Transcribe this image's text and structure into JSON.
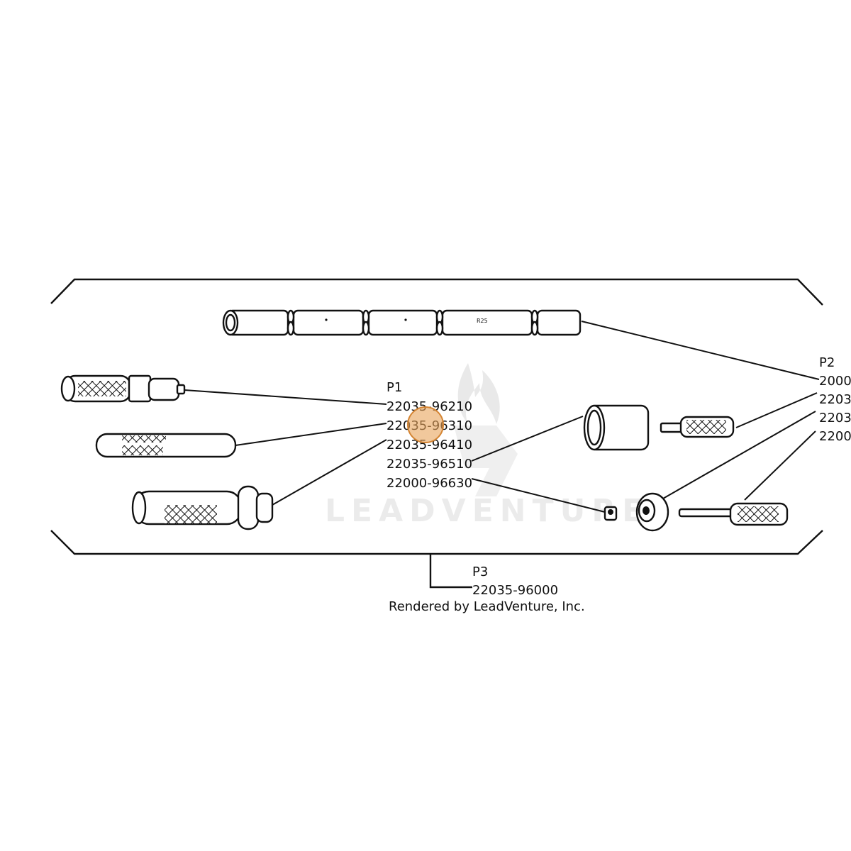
{
  "watermark": {
    "text": "LEADVENTURE",
    "icon": "leadventure-flame-logo",
    "color": "#dcdcdc"
  },
  "tube_marking": "R25",
  "groups": {
    "p1": {
      "title": "P1",
      "parts": [
        "22035-96210",
        "22035-96310",
        "22035-96410",
        "22035-96510",
        "22000-96630"
      ]
    },
    "p2": {
      "title": "P2",
      "parts": [
        "2000",
        "2203",
        "2203",
        "2200"
      ]
    },
    "p3": {
      "title": "P3",
      "parts": [
        "22035-96000"
      ]
    }
  },
  "credit": "Rendered by LeadVenture, Inc.",
  "highlight": {
    "color": "#e8a35a",
    "target": "22035-96310"
  }
}
